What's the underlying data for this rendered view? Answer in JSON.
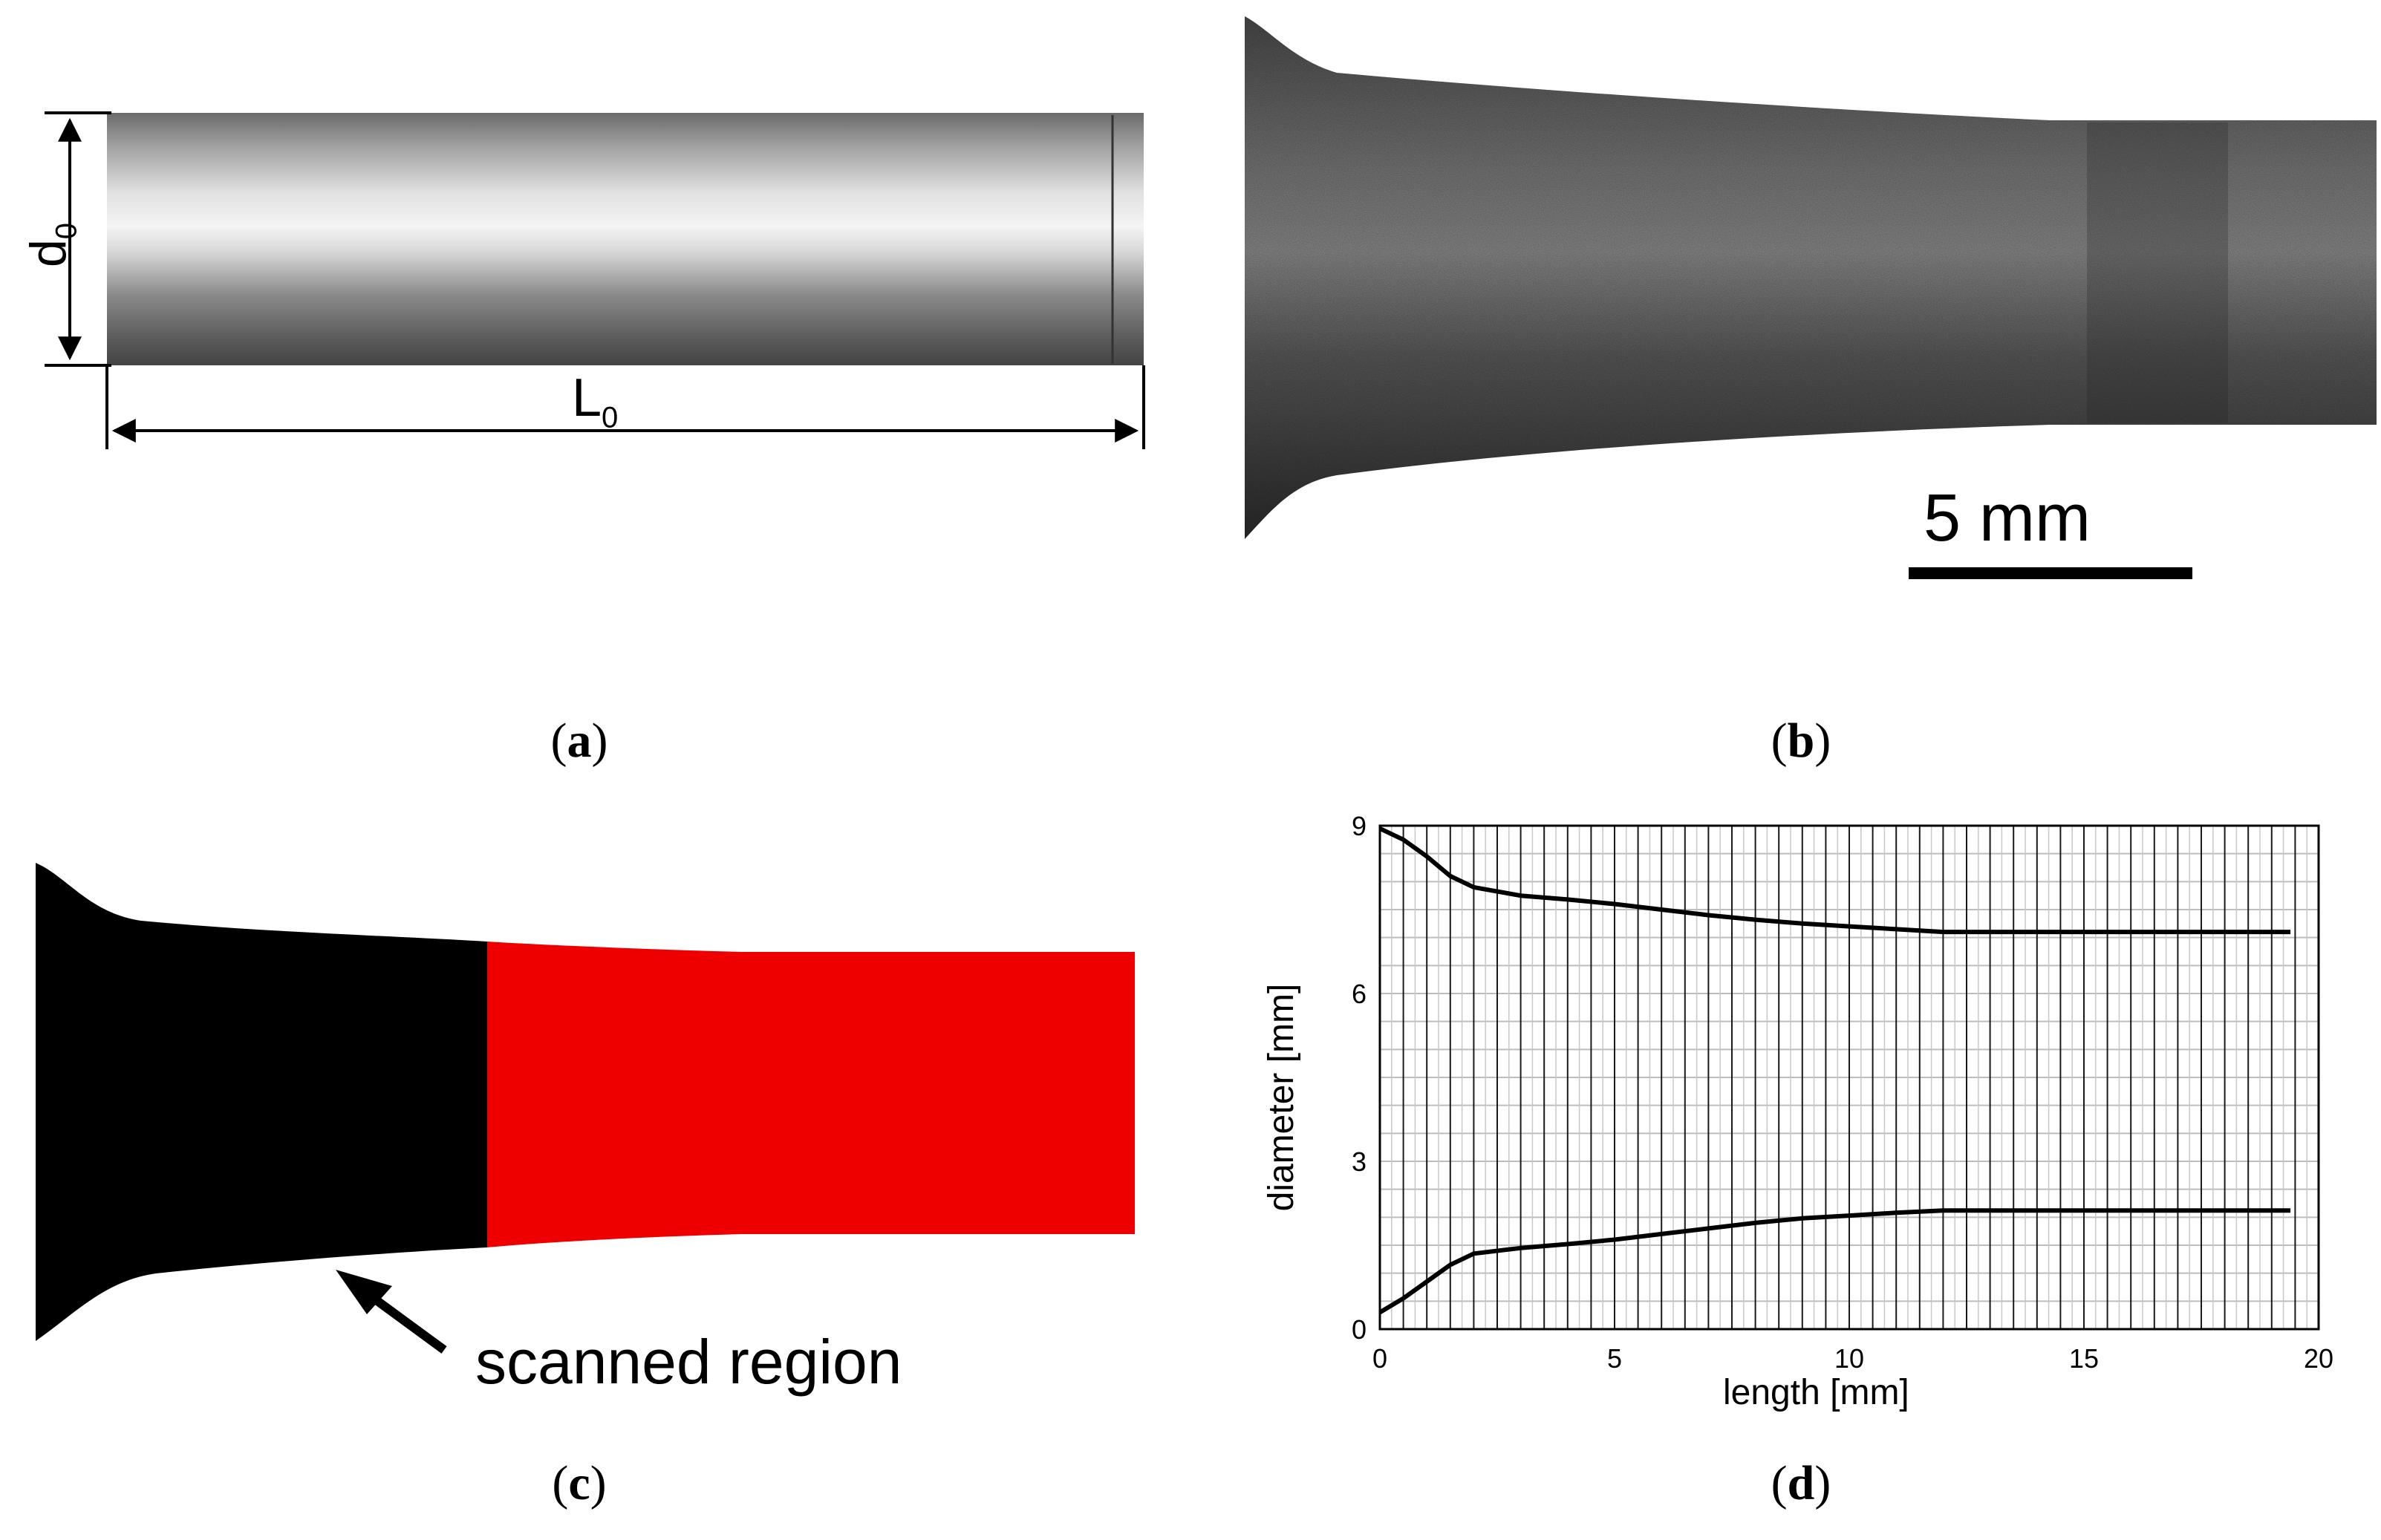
{
  "panel_a": {
    "label": "a",
    "dim_diameter": "d",
    "dim_diameter_sub": "0",
    "dim_length": "L",
    "dim_length_sub": "0"
  },
  "panel_b": {
    "label": "b",
    "scale_bar_text": "5 mm"
  },
  "panel_c": {
    "label": "c",
    "annotation": "scanned region"
  },
  "panel_d": {
    "label": "d"
  },
  "colors": {
    "scanned_region": "#ee0000",
    "specimen_unscanned": "#000000"
  },
  "chart_data": {
    "type": "line",
    "title": "",
    "xlabel": "length [mm]",
    "ylabel": "diameter [mm]",
    "xlim": [
      0,
      20
    ],
    "ylim": [
      0,
      9
    ],
    "xticks": [
      0,
      5,
      10,
      15,
      20
    ],
    "yticks": [
      0,
      3,
      6,
      9
    ],
    "grid": true,
    "series": [
      {
        "x": [
          0,
          0.5,
          1,
          1.5,
          2,
          3,
          4,
          5,
          6,
          7,
          8,
          9,
          10,
          11,
          12,
          13,
          14,
          15,
          16,
          17,
          18,
          19,
          19.4
        ],
        "values": [
          8.95,
          8.75,
          8.45,
          8.1,
          7.9,
          7.75,
          7.68,
          7.6,
          7.5,
          7.4,
          7.32,
          7.25,
          7.2,
          7.15,
          7.1,
          7.1,
          7.1,
          7.1,
          7.1,
          7.1,
          7.1,
          7.1,
          7.1
        ]
      },
      {
        "x": [
          0,
          0.5,
          1,
          1.5,
          2,
          3,
          4,
          5,
          6,
          7,
          8,
          9,
          10,
          11,
          12,
          13,
          14,
          15,
          16,
          17,
          18,
          19,
          19.4
        ],
        "values": [
          0.3,
          0.55,
          0.85,
          1.15,
          1.35,
          1.45,
          1.52,
          1.6,
          1.7,
          1.8,
          1.9,
          1.98,
          2.03,
          2.08,
          2.12,
          2.12,
          2.12,
          2.12,
          2.12,
          2.12,
          2.12,
          2.12,
          2.12
        ]
      }
    ]
  }
}
